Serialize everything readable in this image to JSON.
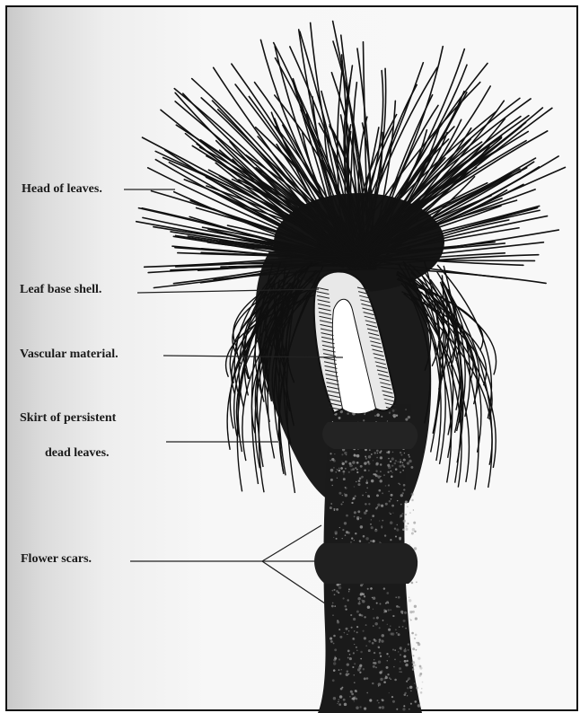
{
  "labels": {
    "head_of_leaves": "Head of leaves.",
    "leaf_base_shell": "Leaf base shell.",
    "vascular_material": "Vascular material.",
    "skirt_line1": "Skirt of persistent",
    "skirt_line2": "dead leaves.",
    "flower_scars": "Flower scars."
  },
  "colors": {
    "ink": "#111111",
    "paper": "#f6f6f6",
    "shadow": "#cfcfcf"
  }
}
